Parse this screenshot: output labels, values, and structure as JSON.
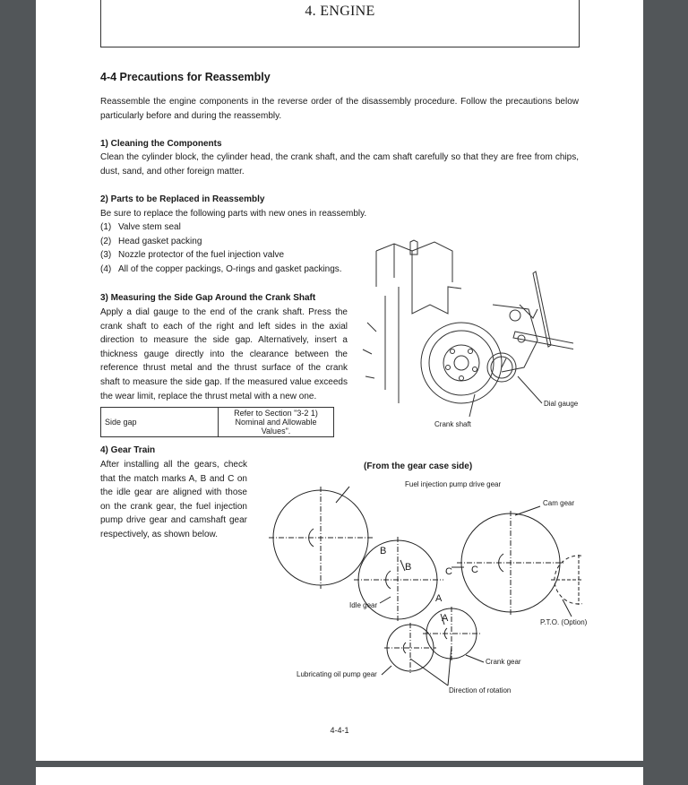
{
  "header": {
    "chapter": "4. ENGINE"
  },
  "section": {
    "title": "4-4 Precautions for Reassembly",
    "intro": "Reassemble the engine components in the reverse order of the disassembly procedure. Follow the precautions below particularly before and during the reassembly."
  },
  "s1": {
    "title": "1) Cleaning the Components",
    "text": "Clean the cylinder block, the cylinder head, the crank shaft, and the cam shaft carefully so that they are free from chips, dust, sand, and other foreign matter."
  },
  "s2": {
    "title": "2) Parts to be Replaced in Reassembly",
    "text": "Be sure to replace the following parts with new ones in reassembly.",
    "items": [
      {
        "n": "(1)",
        "t": "Valve stem seal"
      },
      {
        "n": "(2)",
        "t": "Head gasket packing"
      },
      {
        "n": "(3)",
        "t": "Nozzle protector of the fuel injection valve"
      },
      {
        "n": "(4)",
        "t": "All of the copper packings, O-rings and gasket packings."
      }
    ]
  },
  "s3": {
    "title": "3) Measuring the Side Gap Around the Crank Shaft",
    "text": "Apply a dial gauge to the end of the crank shaft. Press the crank shaft to each of the right and left sides in the axial direction to measure the side gap. Alternatively, insert a thickness gauge directly into the clearance between the reference thrust metal and the thrust surface of the crank shaft to measure the side gap. If the measured value exceeds the wear limit, replace the thrust metal with a new one.",
    "table": {
      "label": "Side gap",
      "value": "Refer to Section \"3-2 1) Nominal and Allowable Values\"."
    },
    "fig_dial": "Dial gauge",
    "fig_crank": "Crank shaft"
  },
  "s4": {
    "title": "4) Gear Train",
    "text": "After installing all the gears, check that the match marks A, B and C on the idle gear are aligned with those on the crank gear, the fuel injection pump drive gear and camshaft gear respectively, as shown below."
  },
  "diagram": {
    "caption": "(From the gear case side)",
    "labels": {
      "fuel": "Fuel injection pump drive gear",
      "cam": "Cam gear",
      "idle": "Idle gear",
      "pto": "P.T.O. (Option)",
      "crank": "Crank gear",
      "lube": "Lubricating oil pump gear",
      "dir": "Direction of rotation"
    },
    "marks": {
      "a": "A",
      "b": "B",
      "c": "C"
    }
  },
  "footer": {
    "page": "4-4-1"
  }
}
